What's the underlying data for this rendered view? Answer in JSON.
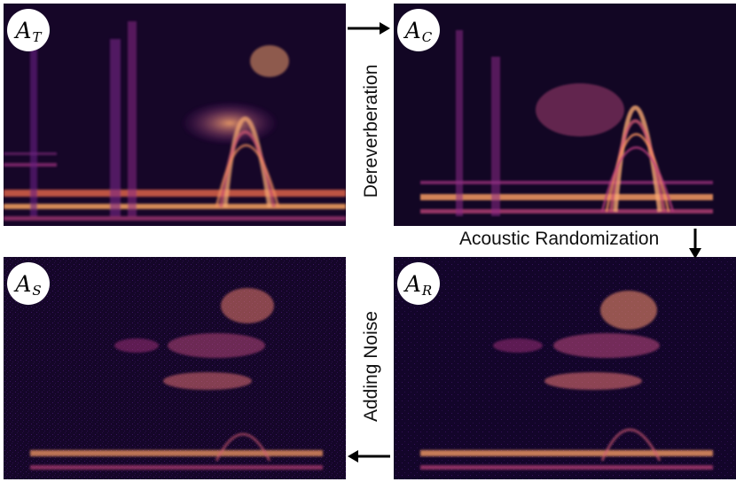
{
  "panels": {
    "top_left": {
      "symbol": "A",
      "subscript": "T"
    },
    "top_right": {
      "symbol": "A",
      "subscript": "C"
    },
    "bottom_right": {
      "symbol": "A",
      "subscript": "R"
    },
    "bottom_left": {
      "symbol": "A",
      "subscript": "S"
    }
  },
  "steps": {
    "dereverberation": "Dereverberation",
    "acoustic_randomization": "Acoustic Randomization",
    "adding_noise": "Adding Noise"
  },
  "colors": {
    "spectrogram_dark": "#0a0418",
    "spectrogram_mid": "#7a1f8c",
    "spectrogram_hot": "#f08a5d",
    "spectrogram_peak": "#fdd9a0",
    "arrow": "#000000"
  }
}
